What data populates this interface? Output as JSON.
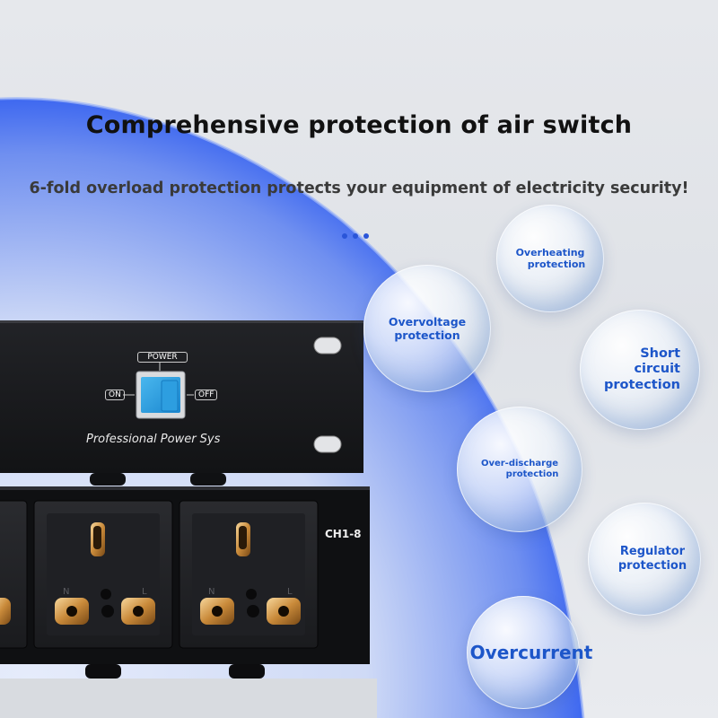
{
  "headline": "Comprehensive protection of air switch",
  "subline": "6-fold overload protection protects your equipment of electricity security!",
  "panel": {
    "power_label": "POWER",
    "on_label": "ON",
    "off_label": "OFF",
    "brand": "Professional Power Sys",
    "channel_label": "CH1-8"
  },
  "bubbles": {
    "overheating": [
      "Overheating",
      "protection"
    ],
    "overvoltage": [
      "Overvoltage",
      "protection"
    ],
    "short_circuit": [
      "Short",
      "circuit",
      "protection"
    ],
    "over_discharge": [
      "Over-discharge",
      "protection"
    ],
    "regulator": [
      "Regulator",
      "protection"
    ],
    "overcurrent": [
      "Overcurrent"
    ]
  },
  "colors": {
    "accent_blue": "#1d56c9",
    "arc_blue": "#2f5cf0",
    "panel_black": "#17181b"
  }
}
